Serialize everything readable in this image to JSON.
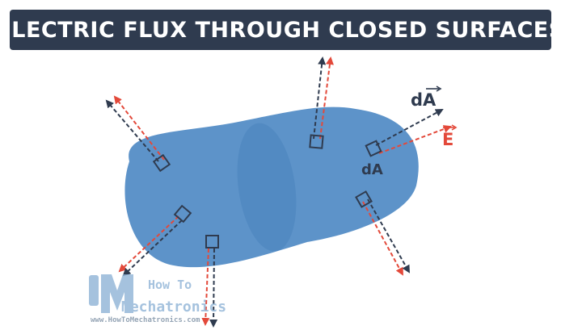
{
  "title": "ELECTRIC FLUX THROUGH CLOSED SURFACES",
  "labels": {
    "area_vector": "dA",
    "field_vector": "E",
    "area_element": "dA"
  },
  "logo": {
    "line1": "How To",
    "line2": "Mechatronics",
    "url": "www.HowToMechatronics.com"
  },
  "colors": {
    "banner": "#2f3b4f",
    "surface": "#5d93c9",
    "area_vector": "#2f3b4f",
    "field_vector": "#e3493a"
  },
  "icons": {
    "arrow_head": "triangle",
    "area_patch": "square-outline"
  }
}
